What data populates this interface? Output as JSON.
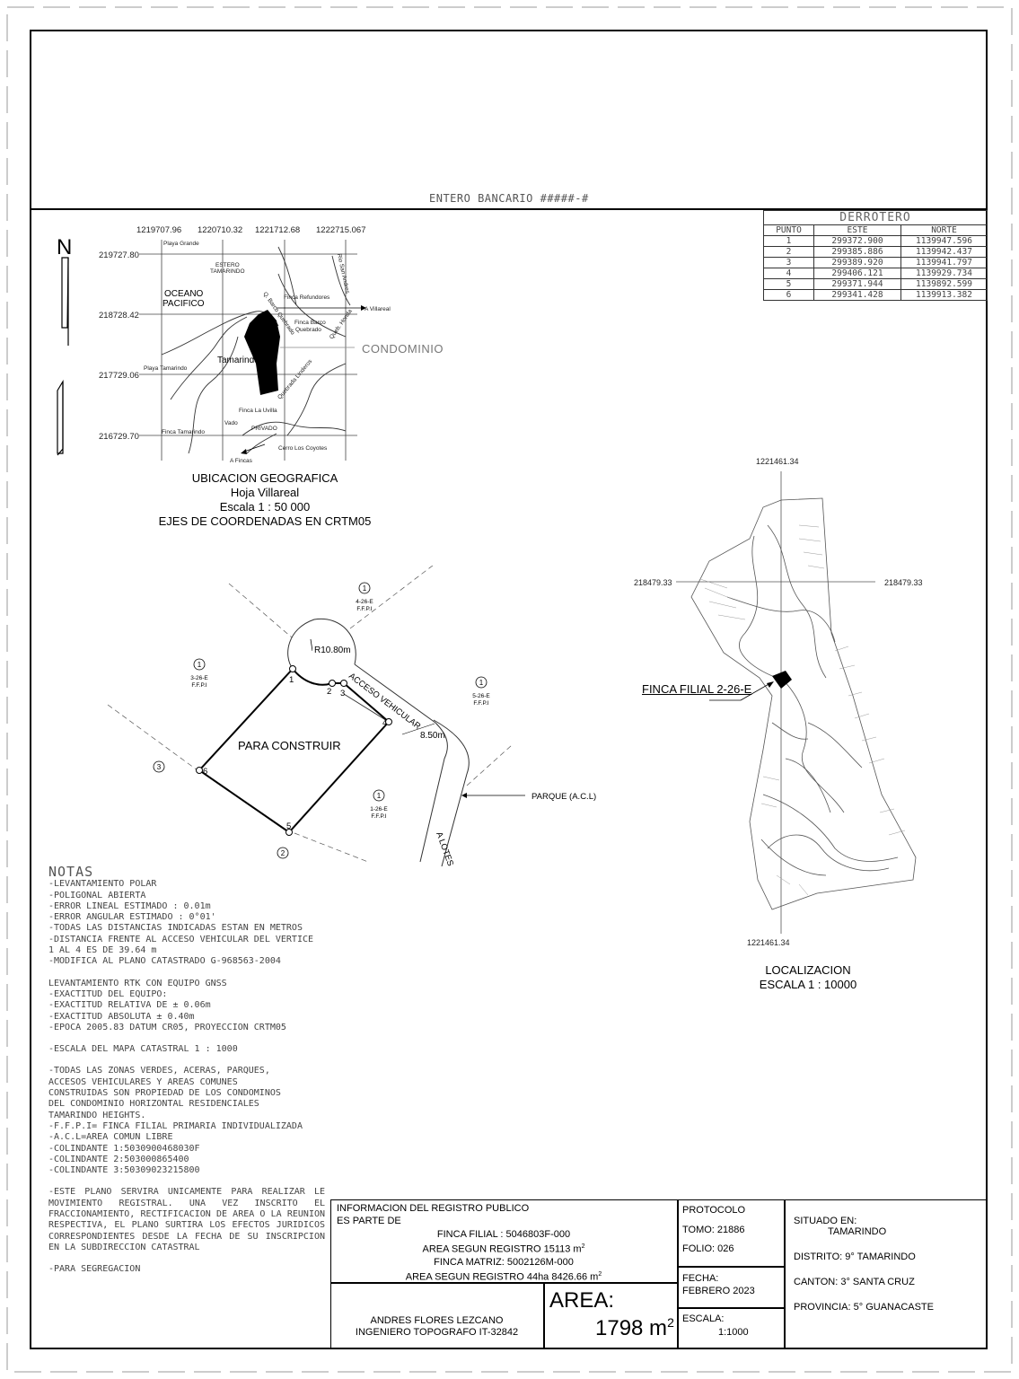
{
  "header": {
    "entero_bancario": "ENTERO BANCARIO #####-#"
  },
  "location_map": {
    "north": "N",
    "x_coords": [
      "1219707.96",
      "1220710.32",
      "1221712.68",
      "1222715.067"
    ],
    "y_coords": [
      "219727.80",
      "218728.42",
      "217729.06",
      "216729.70"
    ],
    "labels": {
      "playa_grande": "Playa Grande",
      "estero": "ESTERO",
      "tamarindo_small": "TAMARINDO",
      "oceano": "OCEANO",
      "pacifico": "PACIFICO",
      "finca_refundores": "Finca Refundores",
      "a_villareal": "A Villareal",
      "finca_barco": "Finca Barco",
      "quebrado": "Quebrado",
      "tamarindo": "Tamarindo",
      "playa_tamarindo": "Playa Tamarindo",
      "finca_la_uvilla": "Finca La Uvilla",
      "vado": "Vado",
      "privado": "PRIVADO",
      "finca_tamarindo": "Finca Tamarindo",
      "cerro": "Cerro Los Coyotes",
      "a_fincas": "A Fincas",
      "rio_san_andres": "Rio San Andres",
      "queb_honda": "Queb. Honda",
      "q_barco": "Q. Barco Quebrado",
      "quebrada_linderos": "Quebrada Linderos"
    },
    "condominio": "CONDOMINIO",
    "caption": [
      "UBICACION GEOGRAFICA",
      "Hoja Villareal",
      "Escala 1 : 50 000",
      "EJES DE COORDENADAS EN CRTM05"
    ]
  },
  "derrotero": {
    "title": "DERROTERO",
    "headers": [
      "PUNTO",
      "ESTE",
      "NORTE"
    ],
    "rows": [
      [
        "1",
        "299372.900",
        "1139947.596"
      ],
      [
        "2",
        "299385.886",
        "1139942.437"
      ],
      [
        "3",
        "299389.920",
        "1139941.797"
      ],
      [
        "4",
        "299406.121",
        "1139929.734"
      ],
      [
        "5",
        "299371.944",
        "1139892.599"
      ],
      [
        "6",
        "299341.428",
        "1139913.382"
      ]
    ]
  },
  "plan": {
    "radius": "R10.80m",
    "acceso": "ACCESO VEHICULAR",
    "width": "8.50m",
    "para_construir": "PARA CONSTRUIR",
    "parque": "PARQUE (A.C.L)",
    "a_lotes": "A LOTES",
    "vertices": [
      "1",
      "2",
      "3",
      "4",
      "5",
      "6"
    ],
    "neighbors": [
      {
        "num": "1",
        "code": "4-26-E",
        "type": "F.F.P.I"
      },
      {
        "num": "1",
        "code": "3-26-E",
        "type": "F.F.P.I"
      },
      {
        "num": "1",
        "code": "5-26-E",
        "type": "F.F.P.I"
      },
      {
        "num": "1",
        "code": "1-26-E",
        "type": "F.F.P.I"
      }
    ],
    "colindante_marks": [
      "3",
      "2"
    ]
  },
  "localizacion": {
    "top": "1221461.34",
    "bottom": "1221461.34",
    "left": "218479.33",
    "right": "218479.33",
    "finca": "FINCA FILIAL 2-26-E",
    "caption": [
      "LOCALIZACION",
      "ESCALA 1 : 10000"
    ]
  },
  "notas": {
    "title": "NOTAS",
    "block1": [
      "-LEVANTAMIENTO POLAR",
      "-POLIGONAL ABIERTA",
      "-ERROR LINEAL ESTIMADO :  0.01m",
      "-ERROR ANGULAR ESTIMADO : 0°01'",
      "-TODAS LAS DISTANCIAS INDICADAS ESTAN EN METROS",
      "-DISTANCIA FRENTE AL ACCESO VEHICULAR DEL VERTICE",
      "1 AL 4 ES DE 39.64 m",
      "-MODIFICA AL PLANO CATASTRADO G-968563-2004"
    ],
    "block2": [
      "LEVANTAMIENTO RTK CON EQUIPO GNSS",
      "-EXACTITUD DEL EQUIPO:",
      "-EXACTITUD RELATIVA DE ± 0.06m",
      "-EXACTITUD ABSOLUTA ± 0.40m",
      "-EPOCA 2005.83 DATUM CR05, PROYECCION CRTM05"
    ],
    "block3": [
      "-ESCALA DEL MAPA CATASTRAL 1 : 1000"
    ],
    "block4": [
      "-TODAS LAS ZONAS VERDES, ACERAS, PARQUES,",
      "ACCESOS VEHICULARES Y AREAS COMUNES",
      "CONSTRUIDAS SON PROPIEDAD DE LOS CONDOMINOS",
      "DEL CONDOMINIO HORIZONTAL RESIDENCIALES",
      "TAMARINDO HEIGHTS.",
      "-F.F.P.I= FINCA FILIAL PRIMARIA INDIVIDUALIZADA",
      "-A.C.L=AREA COMUN LIBRE",
      "-COLINDANTE 1:5030900468030F",
      "-COLINDANTE 2:503000865400",
      "-COLINDANTE 3:50309023215800"
    ],
    "block5": "-ESTE PLANO SERVIRA UNICAMENTE PARA REALIZAR LE MOVIMIENTO REGISTRAL. UNA VEZ INSCRITO EL FRACCIONAMIENTO, RECTIFICACION DE AREA O LA REUNION RESPECTIVA, EL PLANO SURTIRA LOS EFECTOS JURIDICOS CORRESPONDIENTES DESDE LA FECHA DE SU INSCRIPCION EN LA SUBDIRECCION CATASTRAL",
    "block6": "-PARA SEGREGACION"
  },
  "titleblock": {
    "registro_title": "INFORMACION DEL REGISTRO PUBLICO",
    "es_parte": "ES PARTE DE",
    "finca_filial": "FINCA FILIAL : 5046803F-000",
    "area_reg1": "AREA SEGUN REGISTRO 15113 m",
    "finca_matriz": "FINCA MATRIZ: 5002126M-000",
    "area_reg2": "AREA SEGUN REGISTRO 44ha  8426.66 m",
    "sup": "2",
    "protocolo": "PROTOCOLO",
    "tomo": "TOMO: 21886",
    "folio": "FOLIO: 026",
    "fecha_label": "FECHA:",
    "fecha": "FEBRERO 2023",
    "escala_label": "ESCALA:",
    "escala": "1:1000",
    "area_label": "AREA:",
    "area_value": "1798 m",
    "engineer": "ANDRES FLORES LEZCANO",
    "engineer_title": "INGENIERO TOPOGRAFO IT-32842",
    "situado_label": "SITUADO EN:",
    "situado": "TAMARINDO",
    "distrito": "DISTRITO: 9° TAMARINDO",
    "canton": "CANTON: 3° SANTA CRUZ",
    "provincia": "PROVINCIA: 5° GUANACASTE"
  }
}
